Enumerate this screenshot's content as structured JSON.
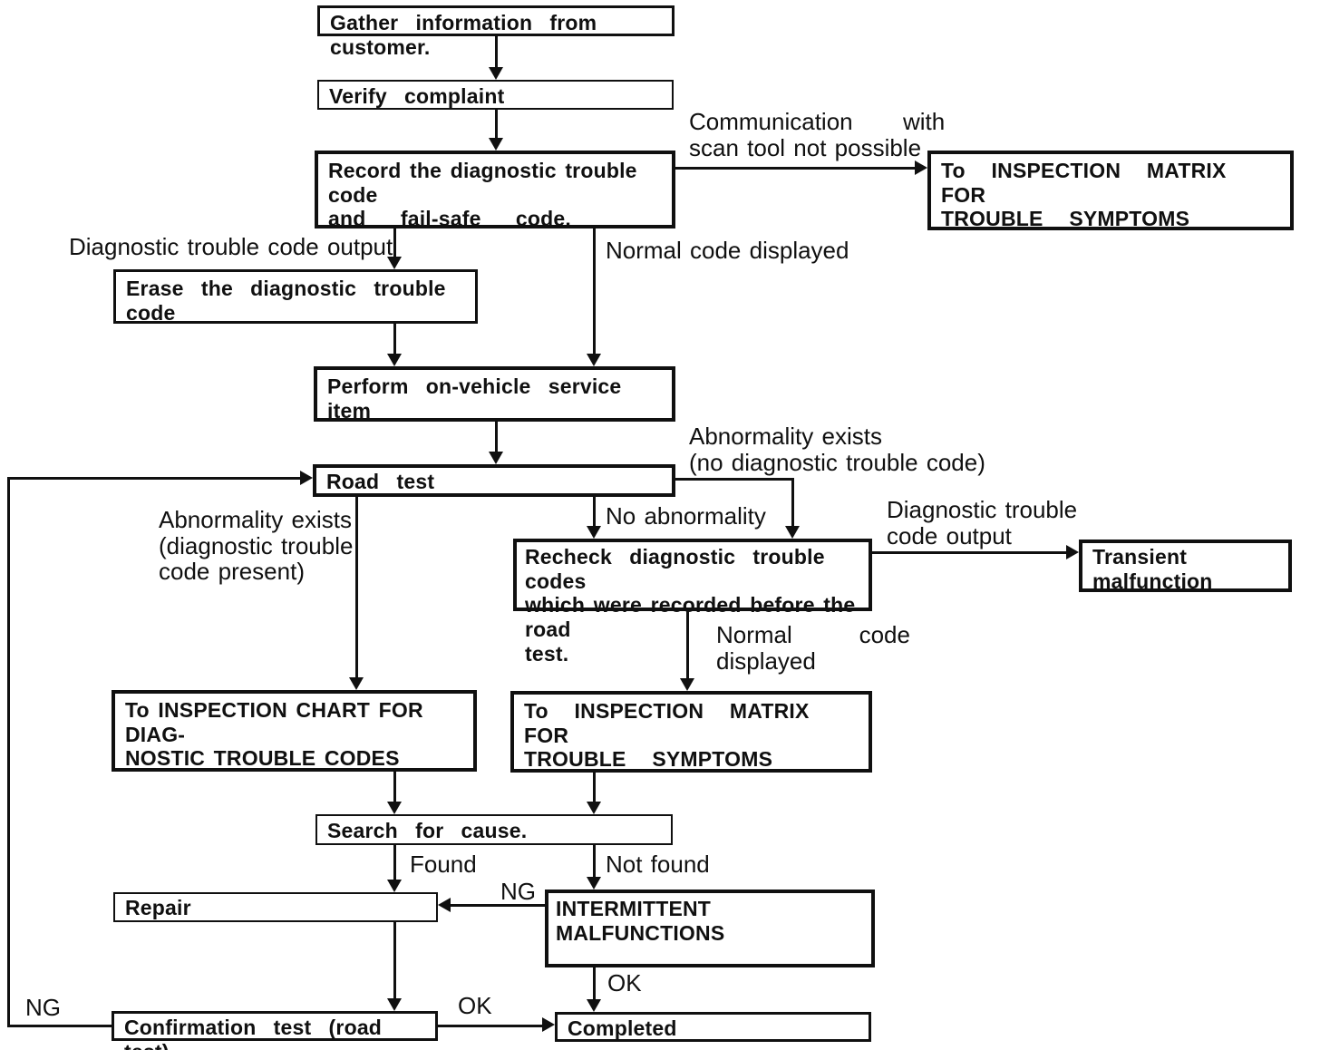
{
  "colors": {
    "ink": "#101010",
    "paper": "#ffffff"
  },
  "boxes": {
    "gather": "Gather  information  from  customer.",
    "verify": "Verify  complaint",
    "record": "Record the diagnostic trouble code\nand    fail-safe    code.",
    "matrix_top": "To   INSPECTION   MATRIX   FOR\nTROUBLE   SYMPTOMS",
    "erase": "Erase  the  diagnostic  trouble  code",
    "perform": "Perform  on-vehicle  service  item",
    "road_test": "Road  test",
    "recheck": "Recheck  diagnostic  trouble  codes\nwhich were recorded before the road\ntest.",
    "transient": "Transient\nmalfunction",
    "chart": "To INSPECTION CHART FOR DIAG-\nNOSTIC TROUBLE CODES",
    "matrix_mid": "To   INSPECTION   MATRIX   FOR\nTROUBLE   SYMPTOMS",
    "search": "Search  for  cause.",
    "repair": "Repair",
    "intermittent": "INTERMITTENT MALFUNCTIONS",
    "confirmation": "Confirmation  test  (road  test)",
    "completed": "Completed"
  },
  "labels": {
    "communication": "Communication      with\nscan tool not possible",
    "dtc_output_top": "Diagnostic trouble code output",
    "normal_code_top": "Normal code displayed",
    "abnormality_no_dtc": "Abnormality exists\n(no diagnostic trouble code)",
    "abnormality_present": "Abnormality exists\n(diagnostic trouble\ncode present)",
    "no_abnormality": "No abnormality",
    "dtc_output_mid": "Diagnostic trouble\ncode output",
    "normal_code_mid": "Normal        code\ndisplayed",
    "found": "Found",
    "not_found": "Not found",
    "ng_mid": "NG",
    "ok_mid": "OK",
    "ng_left": "NG",
    "ok_confirm": "OK"
  }
}
